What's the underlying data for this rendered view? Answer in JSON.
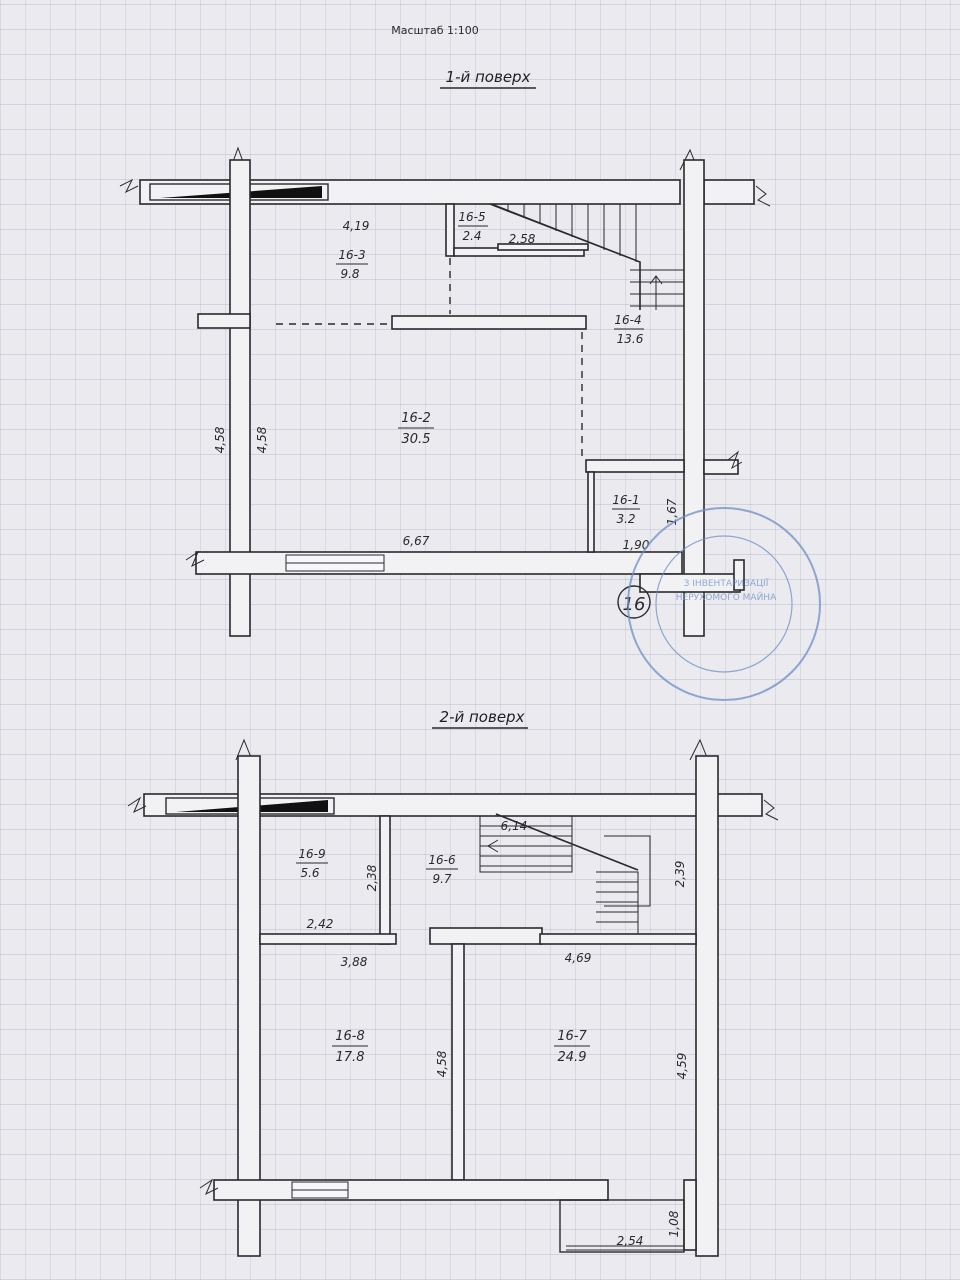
{
  "header": {
    "scale": "Масштаб 1:100"
  },
  "floor1": {
    "title": "1-й поверх",
    "rooms": [
      {
        "id": "16-1",
        "area": "3.2"
      },
      {
        "id": "16-2",
        "area": "30.5"
      },
      {
        "id": "16-3",
        "area": "9.8"
      },
      {
        "id": "16-4",
        "area": "13.6"
      },
      {
        "id": "16-5",
        "area": "2.4"
      }
    ],
    "dimensions": {
      "top_width": "4,19",
      "stair_width": "2,58",
      "left_outer": "4,58",
      "left_inner": "4,58",
      "bottom_width": "6,67",
      "small_height": "1,67",
      "small_width": "1,90"
    },
    "section_mark": "16"
  },
  "floor2": {
    "title": "2-й поверх",
    "rooms": [
      {
        "id": "16-6",
        "area": "9.7"
      },
      {
        "id": "16-7",
        "area": "24.9"
      },
      {
        "id": "16-8",
        "area": "17.8"
      },
      {
        "id": "16-9",
        "area": "5.6"
      }
    ],
    "dimensions": {
      "stair_top": "6,14",
      "stair_right": "2,39",
      "room9_height": "2,38",
      "room9_width": "2,42",
      "room8_width": "3,88",
      "room7_width": "4,69",
      "room8_height": "4,58",
      "room7_height": "4,59",
      "balcony_width": "2,54",
      "balcony_depth": "1,08"
    }
  },
  "stamp": {
    "color": "#6f8fc6",
    "lines": [
      "З ІНВЕНТАРИЗАЦІЇ",
      "НЕРУХОМОГО МАЙНА"
    ]
  }
}
